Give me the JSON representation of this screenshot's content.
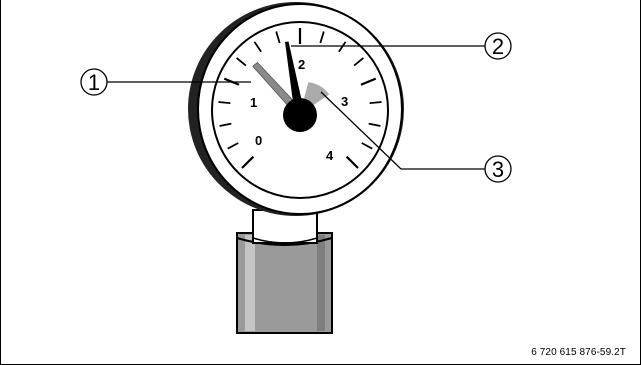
{
  "gauge": {
    "scale_labels": [
      "0",
      "1",
      "2",
      "3",
      "4"
    ]
  },
  "callouts": [
    {
      "number": "1"
    },
    {
      "number": "2"
    },
    {
      "number": "3"
    }
  ],
  "figure_reference": "6 720 615 876-59.2T"
}
